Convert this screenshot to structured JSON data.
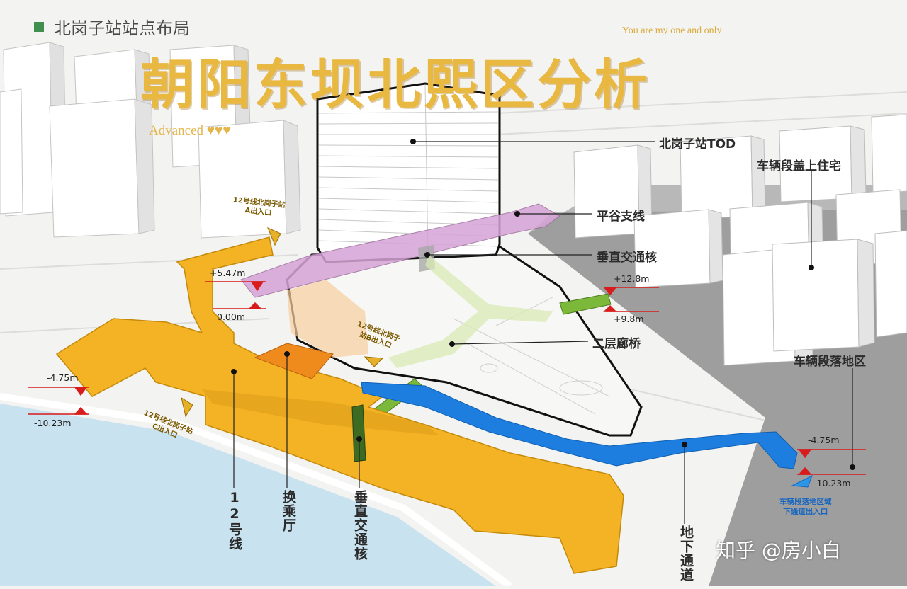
{
  "header": {
    "section_title": "北岗子站站点布局",
    "overlay_title": "朝阳东坝北熙区分析",
    "overlay_subtitle": "You are my one and only",
    "overlay_tag": "Advanced ♥♥♥"
  },
  "labels": {
    "tod": "北岗子站TOD",
    "depot_housing": "车辆段盖上住宅",
    "pinggu_line": "平谷支线",
    "vertical_core": "垂直交通核",
    "second_floor_bridge": "二层廊桥",
    "depot_landing": "车辆段落地区",
    "line12": "12号线",
    "transfer_hall": "换乘厅",
    "vertical_core_bottom": "垂直交通核",
    "underground_passage": "地下通道"
  },
  "elevations": {
    "plus_5_47": "+5.47m",
    "zero": "0.00m",
    "plus_12_8": "+12.8m",
    "plus_9_8": "+9.8m",
    "minus_4_75_left": "-4.75m",
    "minus_10_23_left": "-10.23m",
    "minus_4_75_right": "-4.75m",
    "minus_10_23_right": "-10.23m"
  },
  "entrances": {
    "a": {
      "line1": "12号线北岗子站",
      "line2": "A出入口"
    },
    "b": {
      "line1": "12号线北岗子",
      "line2": "站B出入口"
    },
    "c": {
      "line1": "12号线北岗子站",
      "line2": "C出入口"
    },
    "depot": {
      "line1": "车辆段落地区域",
      "line2": "下通道出入口"
    }
  },
  "watermark": "知乎 @房小白",
  "colors": {
    "line12": "#f3b324",
    "transfer_hall": "#ef8a1c",
    "pinggu": "#d6a3d6",
    "underground": "#1e7ee0",
    "bridge": "#7cb83a",
    "vertical_core": "#3d6b22",
    "water": "#c9e2ef",
    "depot_ground": "#9e9e9e",
    "title_gold": "#e9b840",
    "marker_red": "#d81b1b"
  }
}
